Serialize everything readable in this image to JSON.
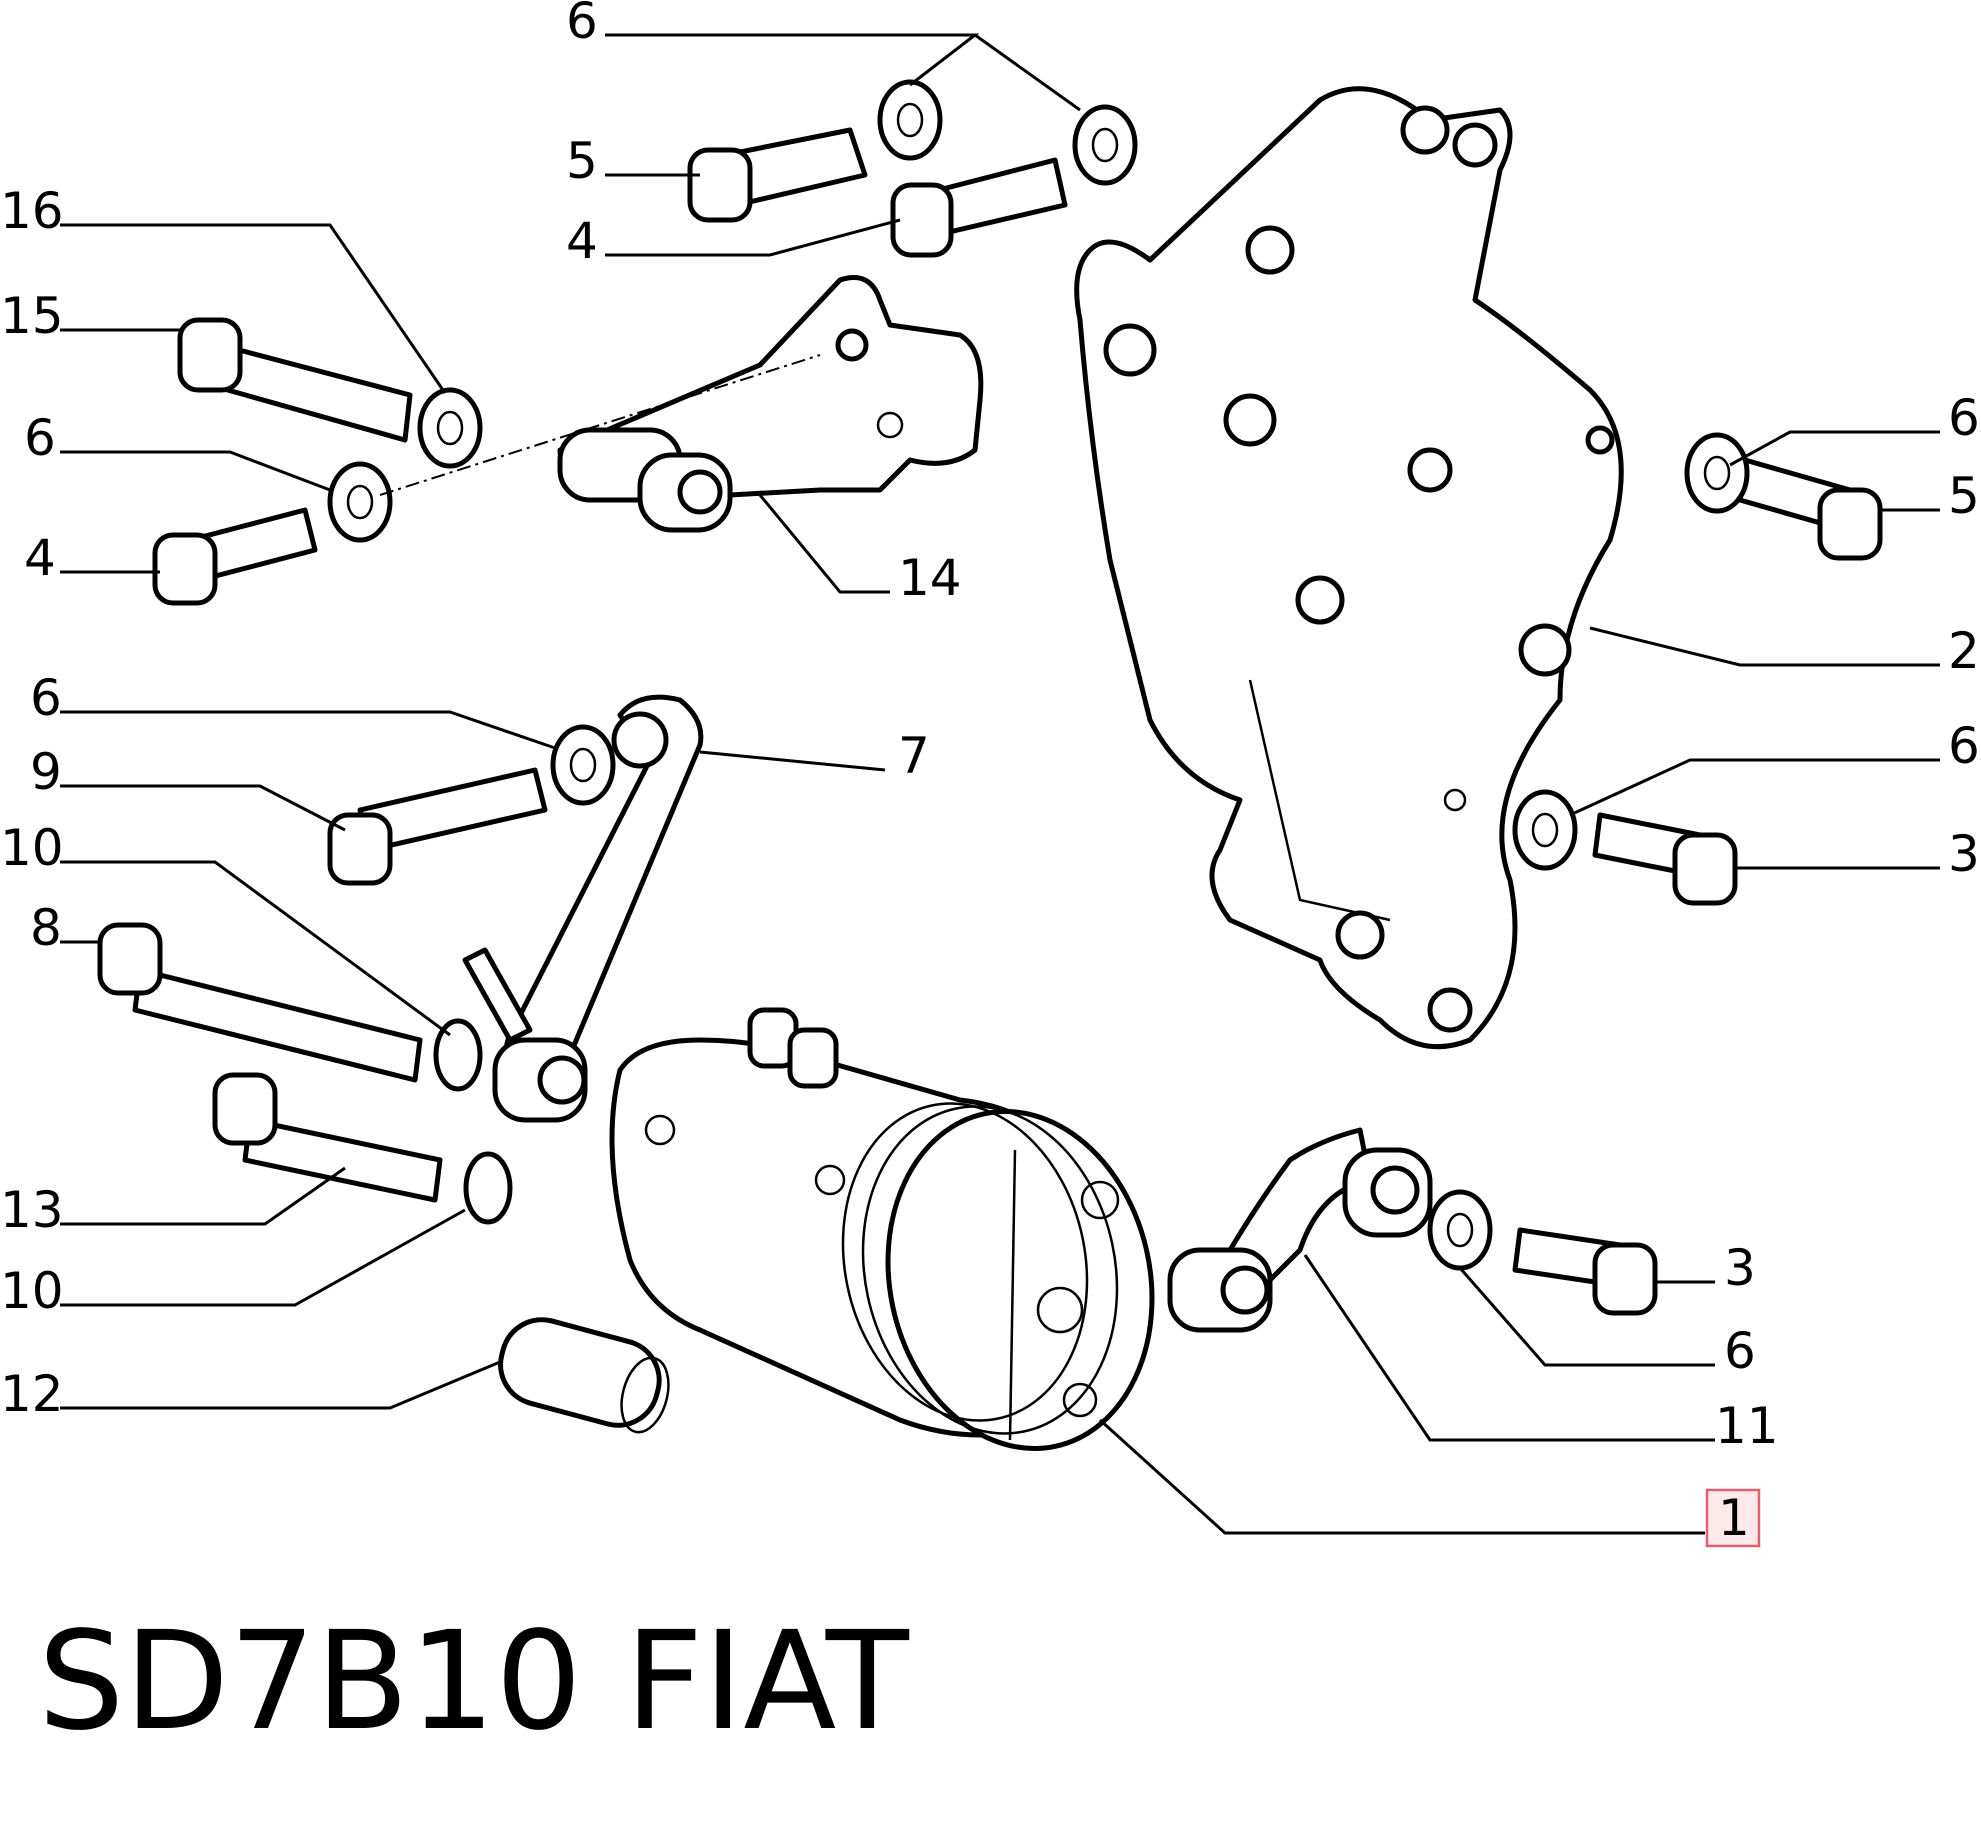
{
  "title": {
    "code": "SD7B10",
    "brand": "FIAT"
  },
  "highlighted_callout": "1",
  "colors": {
    "line": "#000000",
    "highlight_fill": "#fde8ea",
    "highlight_border": "#e06070"
  },
  "callouts": {
    "c6_top": "6",
    "c5_top": "5",
    "c4_top": "4",
    "c16": "16",
    "c15": "15",
    "c6_left": "6",
    "c4_left": "4",
    "c14": "14",
    "c6_mid": "6",
    "c9": "9",
    "c7": "7",
    "c10_upper": "10",
    "c8": "8",
    "c13": "13",
    "c10_lower": "10",
    "c12": "12",
    "c6_r1": "6",
    "c5_r": "5",
    "c2": "2",
    "c6_r2": "6",
    "c3_r": "3",
    "c3_low": "3",
    "c6_low": "6",
    "c11": "11",
    "c1": "1"
  }
}
